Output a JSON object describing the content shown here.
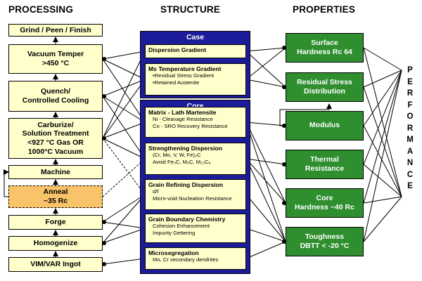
{
  "headers": {
    "processing": "PROCESSING",
    "structure": "STRUCTURE",
    "properties": "PROPERTIES"
  },
  "processing": {
    "grind": "Grind / Peen / Finish",
    "vacuum_temper": [
      "Vacuum Temper",
      ">450 °C"
    ],
    "quench": [
      "Quench/",
      "Controlled Cooling"
    ],
    "carburize": [
      "Carburize/",
      "Solution Treatment",
      "<927 °C Gas OR",
      "1000°C Vacuum"
    ],
    "machine": "Machine",
    "anneal": [
      "Anneal",
      "~35 Rc"
    ],
    "forge": "Forge",
    "homogenize": "Homogenize",
    "ingot": "VIM/VAR Ingot"
  },
  "structure": {
    "case_title": "Case",
    "core_title": "Core",
    "dispersion_gradient": "Dispersion Gradient",
    "ms_temp": {
      "title": "Ms Temperature Gradient",
      "items": [
        "•Residual Stress Gradient",
        "•Retained Austenite"
      ]
    },
    "matrix": {
      "title": "Matrix - Lath Martensite",
      "items": [
        "Ni - Cleavage Resistance",
        "Co - SRO Recovery Resistance"
      ]
    },
    "strengthening": {
      "title": "Strengthening Dispersion",
      "items": [
        "(Cr, Mo, V, W, Fe)₂C",
        "Avoid Fe₃C, M₆C, M₂₃C₆"
      ]
    },
    "grain_refining": {
      "title": "Grain Refining Dispersion",
      "items": [
        "d/f",
        "Micro-void Nucleation Resistance"
      ]
    },
    "grain_boundary": {
      "title": "Grain Boundary Chemistry",
      "items": [
        "Cohesion Enhancement",
        "Impurity Gettering"
      ]
    },
    "microseg": {
      "title": "Microsegregation",
      "items": [
        "Mo, Cr secondary dendrites"
      ]
    }
  },
  "properties": {
    "surface": [
      "Surface",
      "Hardness  Rc 64"
    ],
    "residual": [
      "Residual Stress",
      "Distribution"
    ],
    "modulus": "Modulus",
    "thermal": [
      "Thermal",
      "Resistance"
    ],
    "core_hardness": [
      "Core",
      "Hardness ~40 Rc"
    ],
    "toughness": [
      "Toughness",
      "DBTT < -20 °C"
    ]
  },
  "performance": "PERFORMANCE",
  "colors": {
    "panel_blue": "#1c1c9a",
    "property_green": "#2f8f2f",
    "box_yellow": "#ffffcc",
    "anneal_orange": "#f9c36a"
  }
}
